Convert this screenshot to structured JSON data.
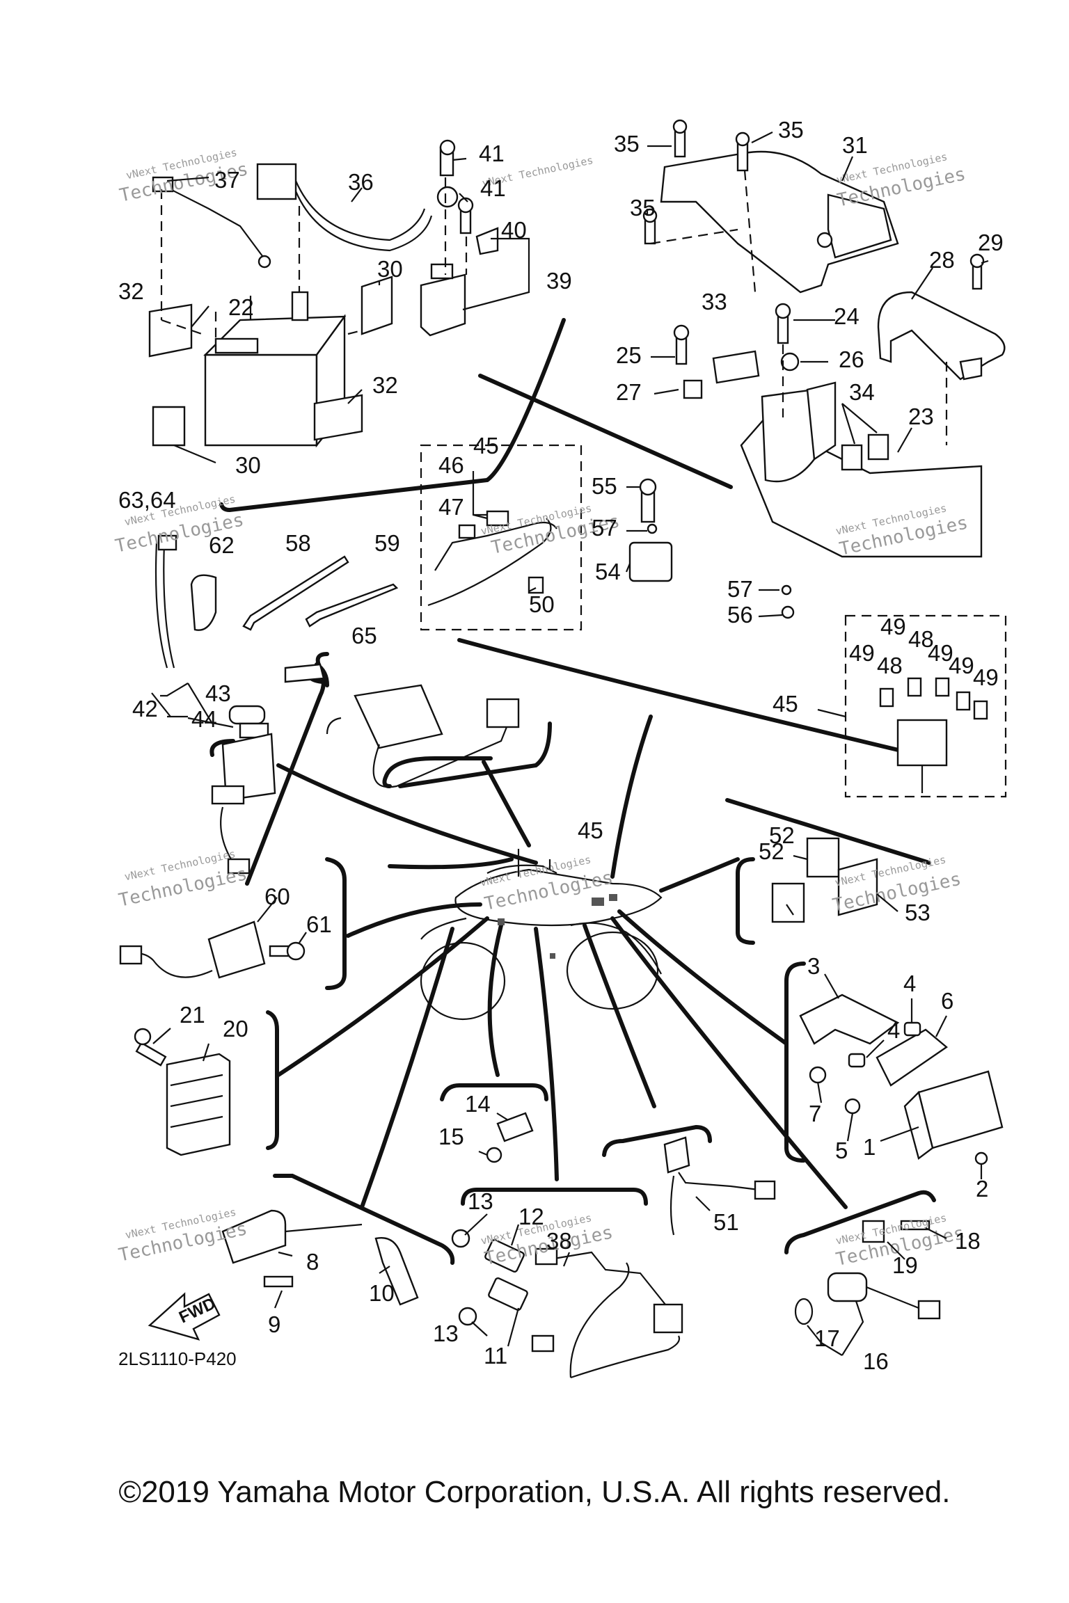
{
  "callouts": {
    "c1": "1",
    "c2": "2",
    "c3": "3",
    "c4a": "4",
    "c4b": "4",
    "c5": "5",
    "c6": "6",
    "c7": "7",
    "c8": "8",
    "c9": "9",
    "c10": "10",
    "c11": "11",
    "c12": "12",
    "c13a": "13",
    "c13b": "13",
    "c14": "14",
    "c15": "15",
    "c16": "16",
    "c17": "17",
    "c18": "18",
    "c19": "19",
    "c20": "20",
    "c21": "21",
    "c22": "22",
    "c23": "23",
    "c24": "24",
    "c25": "25",
    "c26": "26",
    "c27": "27",
    "c28": "28",
    "c29": "29",
    "c30a": "30",
    "c30b": "30",
    "c31": "31",
    "c32a": "32",
    "c32b": "32",
    "c33": "33",
    "c34": "34",
    "c35a": "35",
    "c35b": "35",
    "c35c": "35",
    "c36": "36",
    "c37": "37",
    "c38": "38",
    "c39": "39",
    "c40": "40",
    "c41a": "41",
    "c41b": "41",
    "c42": "42",
    "c43": "43",
    "c44": "44",
    "c45a": "45",
    "c45b": "45",
    "c45c": "45",
    "c46": "46",
    "c47": "47",
    "c48a": "48",
    "c48b": "48",
    "c49a": "49",
    "c49b": "49",
    "c49c": "49",
    "c49d": "49",
    "c49e": "49",
    "c50": "50",
    "c51": "51",
    "c52a": "52",
    "c52b": "52",
    "c53": "53",
    "c54": "54",
    "c55": "55",
    "c56": "56",
    "c57a": "57",
    "c57b": "57",
    "c58": "58",
    "c59": "59",
    "c60": "60",
    "c61": "61",
    "c62": "62",
    "c63_64": "63,64",
    "c65": "65"
  },
  "drawing_code": "2LS1110-P420",
  "fwd_label": "FWD",
  "watermark": {
    "line1": "vNext Technologies",
    "line2": "Technologies"
  },
  "copyright": "©2019 Yamaha Motor Corporation, U.S.A. All rights reserved."
}
